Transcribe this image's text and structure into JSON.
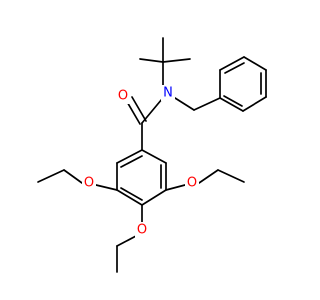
{
  "molecule": {
    "atoms": [
      {
        "id": "O1",
        "symbol": "O",
        "color": "#ff0000"
      },
      {
        "id": "N1",
        "symbol": "N",
        "color": "#0000ff"
      },
      {
        "id": "O2",
        "symbol": "O",
        "color": "#ff0000"
      },
      {
        "id": "O3",
        "symbol": "O",
        "color": "#ff0000"
      },
      {
        "id": "O4",
        "symbol": "O",
        "color": "#ff0000"
      }
    ]
  }
}
